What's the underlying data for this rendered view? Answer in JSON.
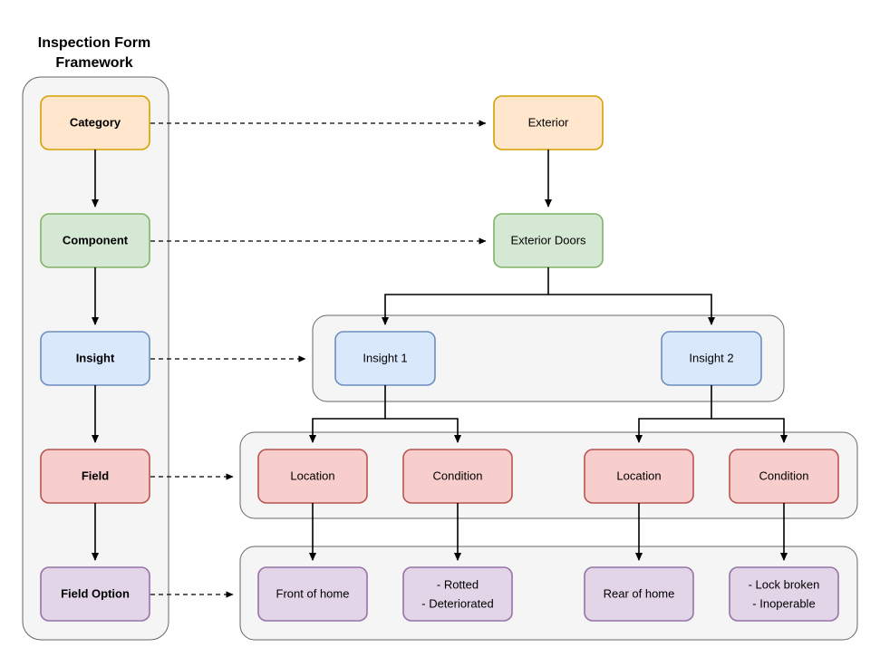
{
  "title": {
    "line1": "Inspection Form",
    "line2": "Framework"
  },
  "colors": {
    "category_fill": "#ffe6cc",
    "category_stroke": "#d6a000",
    "component_fill": "#d5e8d4",
    "component_stroke": "#82b366",
    "insight_fill": "#dae8fc",
    "insight_stroke": "#6c8ebf",
    "field_fill": "#f8cecc",
    "field_stroke": "#b85450",
    "field_option_fill": "#e1d5e7",
    "field_option_stroke": "#9673a6",
    "group_fill": "#f5f5f5",
    "group_stroke": "#666666",
    "edge": "#000000",
    "text": "#000000"
  },
  "legend": {
    "container_name": "legend-group",
    "items": [
      {
        "id": "category",
        "label": "Category"
      },
      {
        "id": "component",
        "label": "Component"
      },
      {
        "id": "insight",
        "label": "Insight"
      },
      {
        "id": "field",
        "label": "Field"
      },
      {
        "id": "field_option",
        "label": "Field Option"
      }
    ]
  },
  "example": {
    "category": {
      "label": "Exterior"
    },
    "component": {
      "label": "Exterior Doors"
    },
    "insights": [
      {
        "label": "Insight 1"
      },
      {
        "label": "Insight 2"
      }
    ],
    "fields": [
      {
        "label": "Location"
      },
      {
        "label": "Condition"
      },
      {
        "label": "Location"
      },
      {
        "label": "Condition"
      }
    ],
    "field_options": [
      {
        "line1": "Front of home",
        "line2": ""
      },
      {
        "line1": "- Rotted",
        "line2": "- Deteriorated"
      },
      {
        "line1": "Rear of home",
        "line2": ""
      },
      {
        "line1": "- Lock broken",
        "line2": "- Inoperable"
      }
    ]
  }
}
